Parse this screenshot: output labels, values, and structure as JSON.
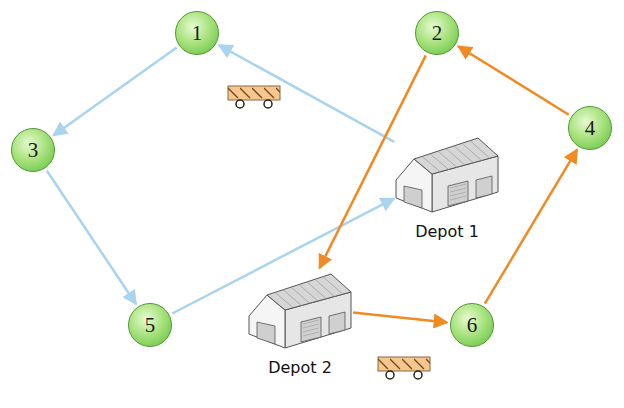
{
  "diagram": {
    "nodes": [
      {
        "text": [
          "1"
        ]
      },
      {
        "text": [
          "2"
        ]
      },
      {
        "text": [
          "4"
        ]
      },
      {
        "text": [
          "3"
        ]
      },
      {
        "text": [
          "Depot 1"
        ]
      },
      {
        "text": [
          "5"
        ]
      },
      {
        "text": [
          "6"
        ]
      },
      {
        "text": [
          "Depot 2"
        ]
      }
    ],
    "edges": [
      {
        "from": 4,
        "to": 0,
        "arrow": "to"
      },
      {
        "from": 0,
        "to": 3,
        "arrow": "to"
      },
      {
        "from": 3,
        "to": 5,
        "arrow": "to"
      },
      {
        "from": 5,
        "to": 4,
        "arrow": "to"
      },
      {
        "from": 7,
        "to": 6,
        "arrow": "to"
      },
      {
        "from": 6,
        "to": 2,
        "arrow": "to"
      },
      {
        "from": 2,
        "to": 1,
        "arrow": "to"
      },
      {
        "from": 1,
        "to": 7,
        "arrow": "to"
      }
    ]
  }
}
